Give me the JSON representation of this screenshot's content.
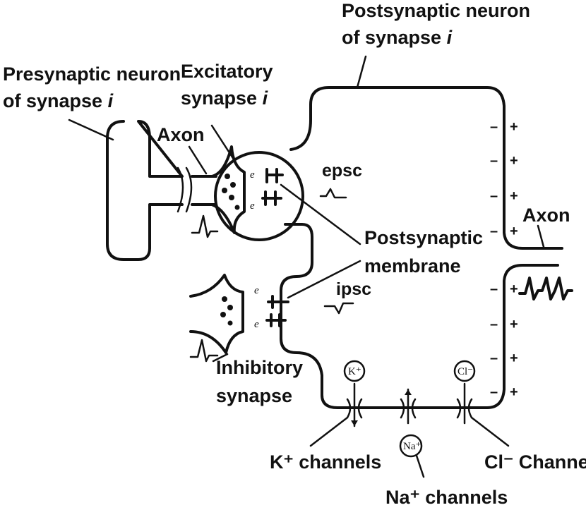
{
  "labels": {
    "postsyn_neuron_1": "Postsynaptic neuron",
    "postsyn_neuron_2": "of synapse ",
    "presyn_neuron_1": "Presynaptic neuron",
    "presyn_neuron_2": "of synapse ",
    "italic_i": "i",
    "excitatory_1": "Excitatory",
    "excitatory_2": "synapse ",
    "axon_left": "Axon",
    "axon_right": "Axon",
    "epsc": "epsc",
    "ipsc": "ipsc",
    "postsyn_membrane_1": "Postsynaptic",
    "postsyn_membrane_2": "membrane",
    "inhibitory_1": "Inhibitory",
    "inhibitory_2": "synapse",
    "k_channels": "K⁺ channels",
    "na_channels": "Na⁺ channels",
    "cl_channels": "Cl⁻ Channels"
  },
  "ions": {
    "k": "K⁺",
    "na": "Na⁺",
    "cl": "Cl⁻"
  },
  "signs": {
    "minus": "–",
    "plus": "+"
  },
  "markers": {
    "e": "e"
  },
  "colors": {
    "ink": "#111111",
    "background": "#ffffff"
  }
}
